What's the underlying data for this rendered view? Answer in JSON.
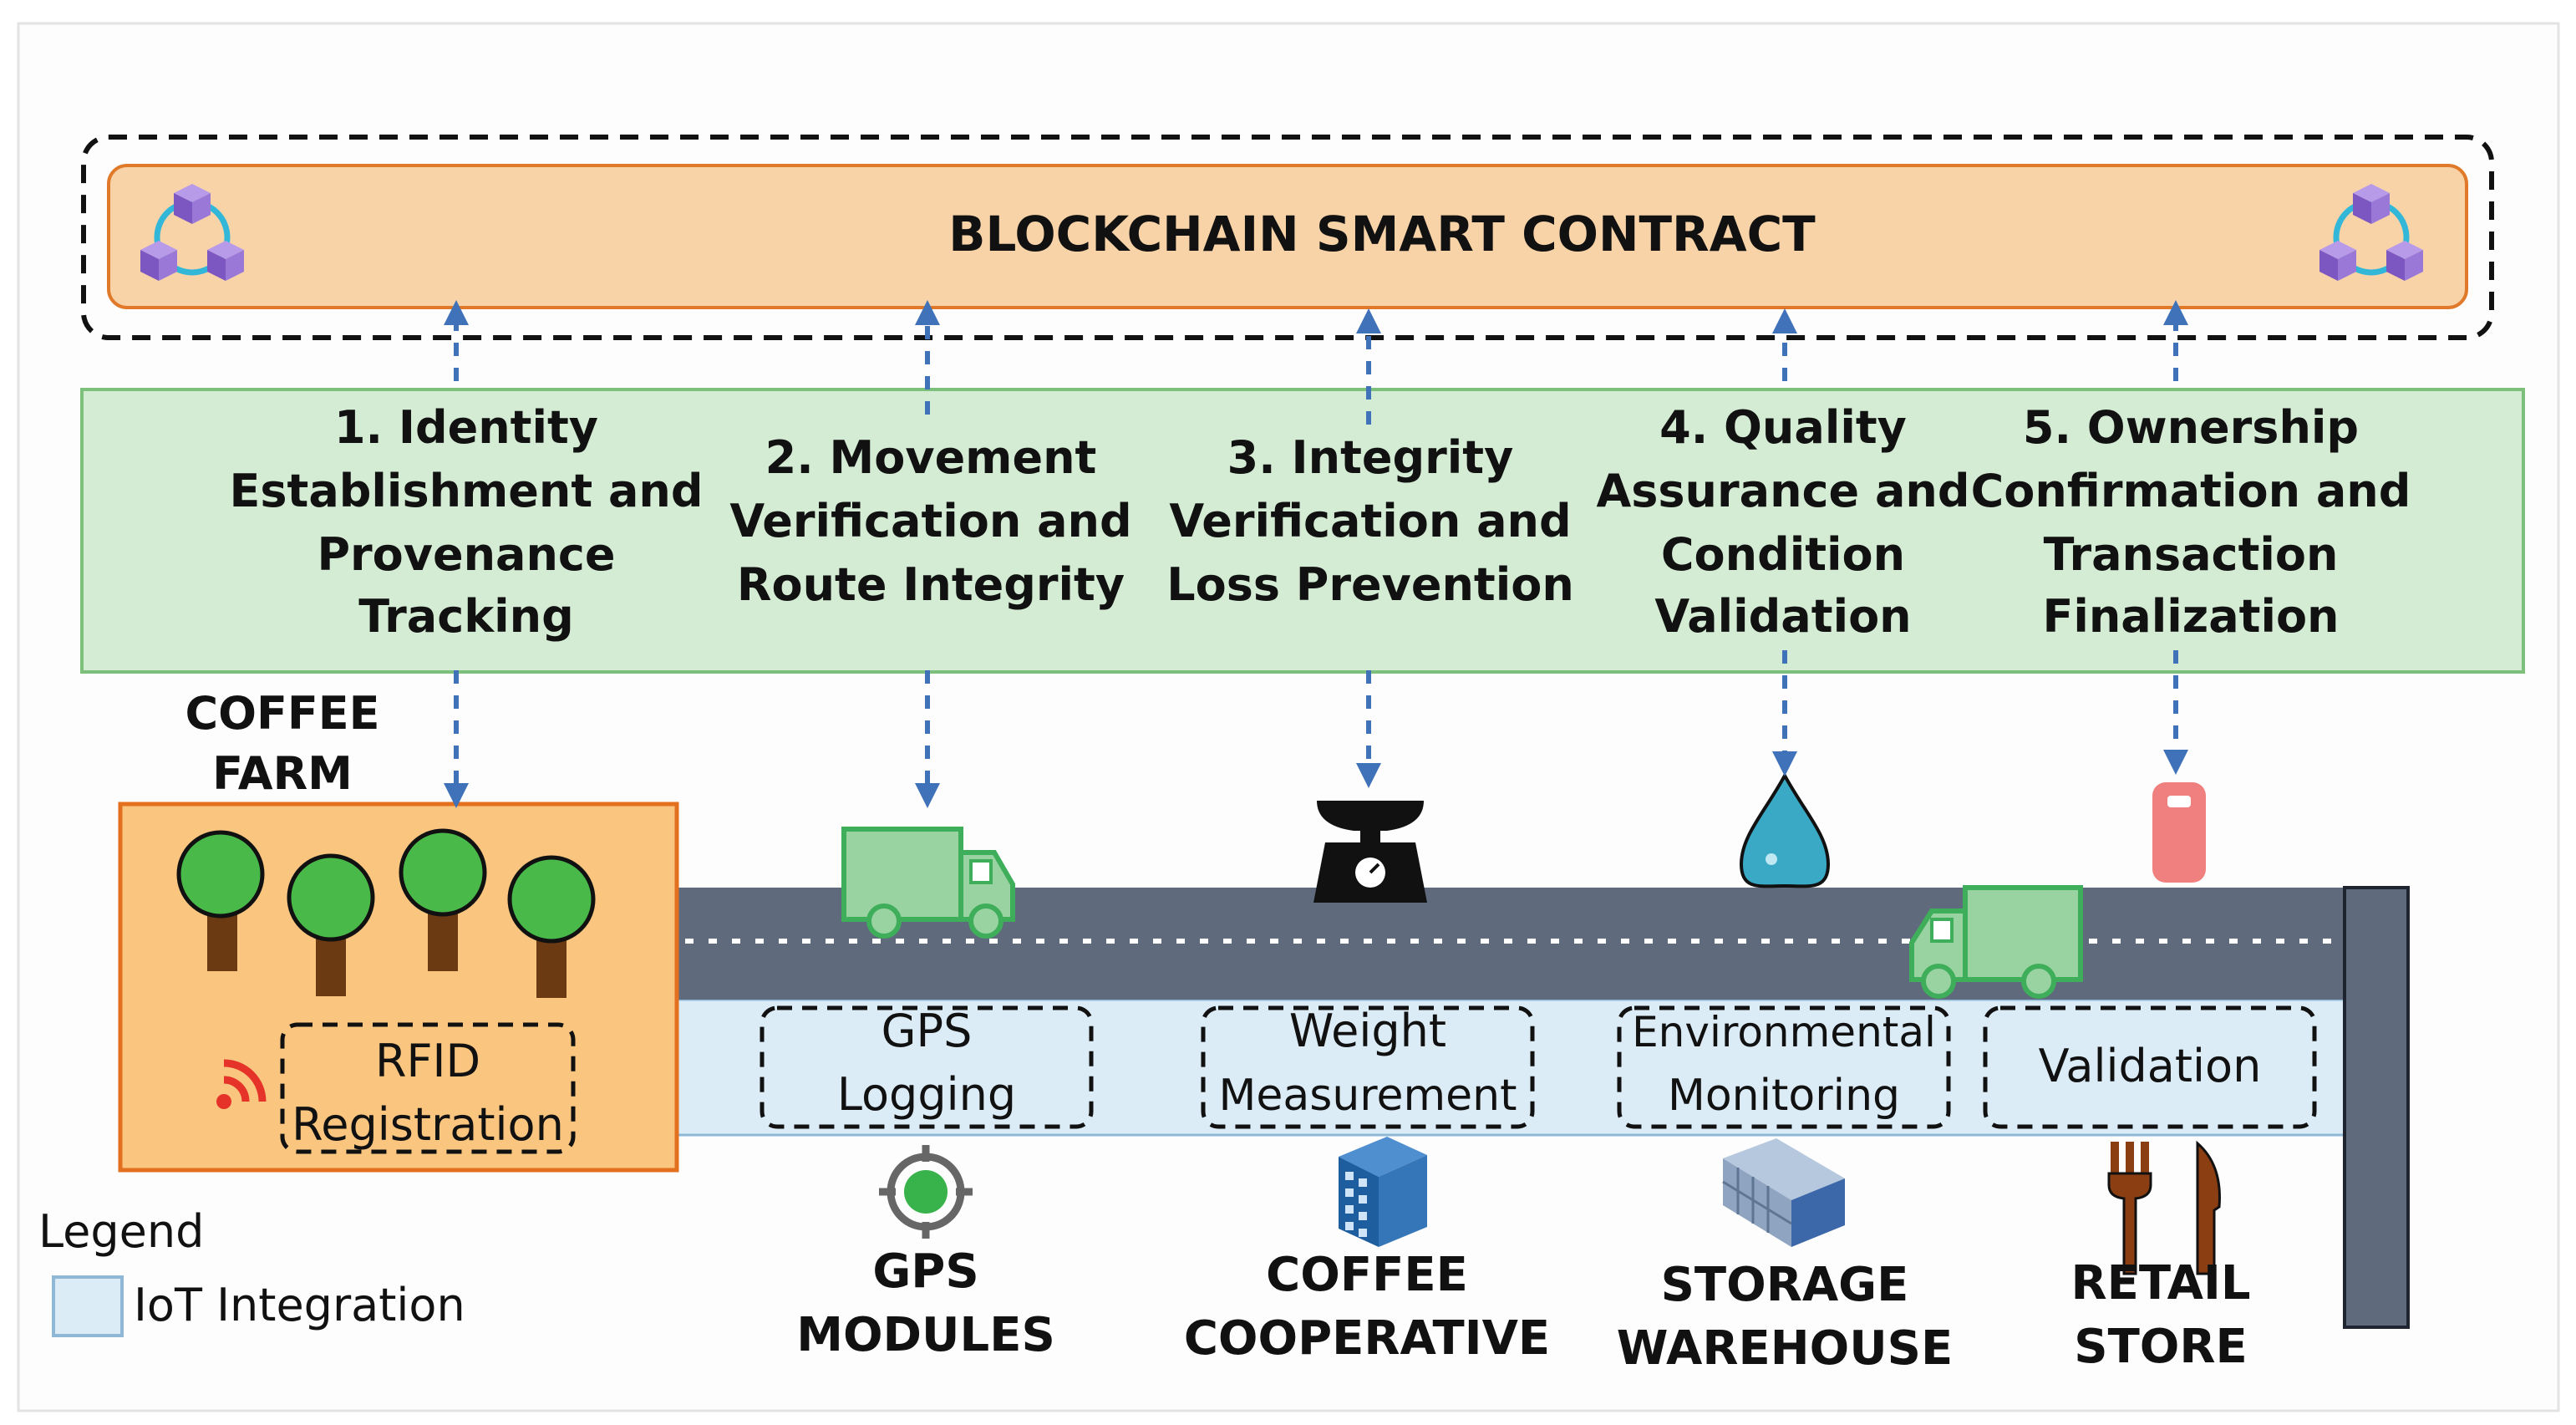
{
  "title": "BLOCKCHAIN SMART CONTRACT",
  "stages": [
    {
      "lines": [
        "1. Identity",
        "Establishment and",
        "Provenance",
        "Tracking"
      ]
    },
    {
      "lines": [
        "2. Movement",
        "Verification and",
        "Route Integrity"
      ]
    },
    {
      "lines": [
        "3. Integrity",
        "Verification and",
        "Loss Prevention"
      ]
    },
    {
      "lines": [
        "4. Quality",
        "Assurance and",
        "Condition",
        "Validation"
      ]
    },
    {
      "lines": [
        "5. Ownership",
        "Confirmation and",
        "Transaction",
        "Finalization"
      ]
    }
  ],
  "iot": [
    {
      "lines": [
        "RFID",
        "Registration"
      ]
    },
    {
      "lines": [
        "GPS",
        "Logging"
      ]
    },
    {
      "lines": [
        "Weight",
        "Measurement"
      ]
    },
    {
      "lines": [
        "Environmental",
        "Monitoring"
      ]
    },
    {
      "lines": [
        "Validation"
      ]
    }
  ],
  "farm_label": [
    "COFFEE",
    "FARM"
  ],
  "entities": [
    {
      "lines": [
        "GPS",
        "MODULES"
      ]
    },
    {
      "lines": [
        "COFFEE",
        "COOPERATIVE"
      ]
    },
    {
      "lines": [
        "STORAGE",
        "WAREHOUSE"
      ]
    },
    {
      "lines": [
        "RETAIL",
        "STORE"
      ]
    }
  ],
  "legend": {
    "title": "Legend",
    "item": "IoT Integration"
  },
  "colors": {
    "contract_fill": "#f8d3a8",
    "contract_border": "#e07a2a",
    "stage_fill": "#d5ecd4",
    "stage_border": "#7cc07c",
    "farm_fill": "#f9c57f",
    "farm_border": "#e2701e",
    "road": "#5f6b7d",
    "iot_band": "#dcecf6",
    "arrow": "#3f72b8",
    "truck": "#9ad3a2",
    "truck_border": "#3fae5a",
    "tree_top": "#49b94a",
    "tree_trunk": "#6b3a13"
  },
  "icons": [
    "blockchain-cubes-icon",
    "truck-icon",
    "scale-icon",
    "water-drop-icon",
    "rfid-tag-icon",
    "rfid-signal-icon",
    "gps-target-icon",
    "building-icon",
    "warehouse-icon",
    "fork-knife-icon",
    "tree-icon"
  ]
}
